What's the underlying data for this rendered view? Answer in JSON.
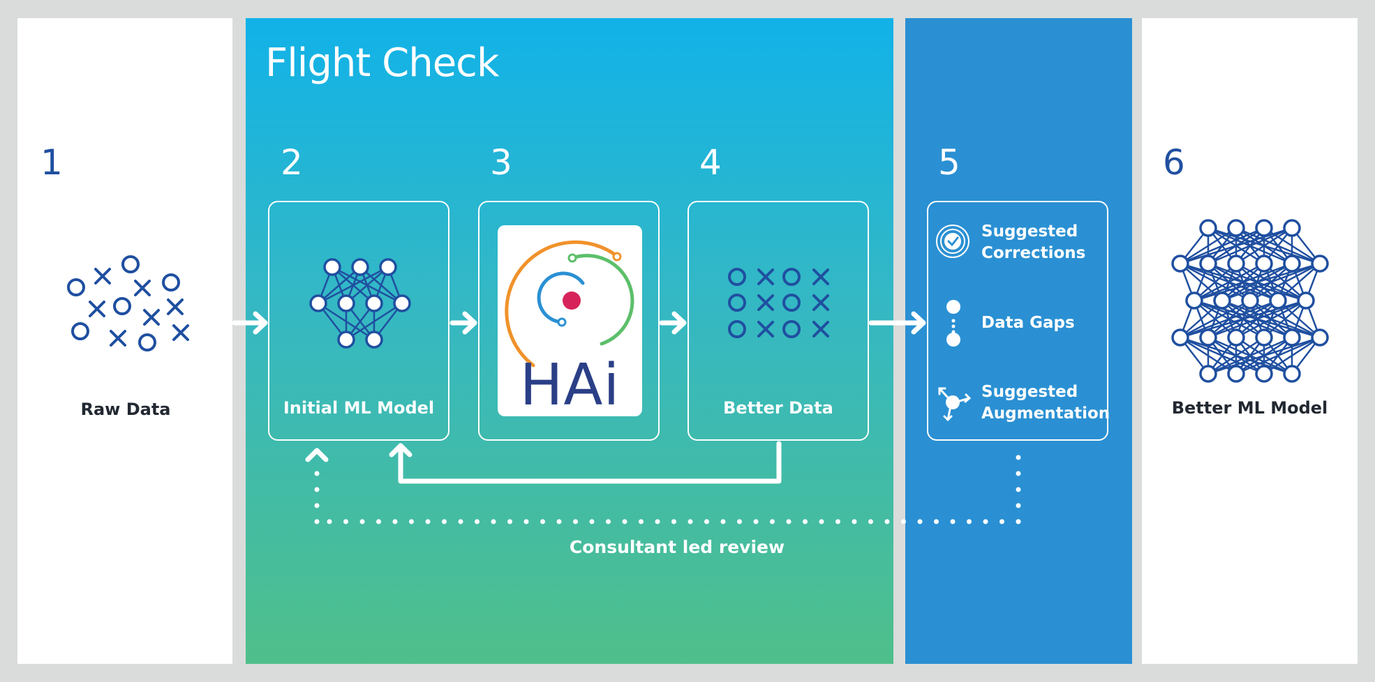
{
  "title": "Flight Check",
  "steps": [
    "1",
    "2",
    "3",
    "4",
    "5",
    "6"
  ],
  "labels": {
    "raw_data": "Raw Data",
    "initial_model": "Initial ML Model",
    "better_data": "Better Data",
    "better_model": "Better ML Model",
    "review": "Consultant led review"
  },
  "hai": {
    "text": "HAi"
  },
  "outputs": {
    "corrections": [
      "Suggested",
      "Corrections"
    ],
    "gaps": "Data Gaps",
    "augmentation": [
      "Suggested",
      "Augmentation"
    ]
  },
  "colors": {
    "background": "#d9dcdb",
    "navy": "#1f4fa0",
    "panel_blue": "#2a90d3",
    "gradient_top": "#11b2e8",
    "gradient_bottom": "#4fbf8a",
    "hai_dot": "#d6245a",
    "hai_orange": "#f0922b",
    "hai_green": "#5cbf6a"
  }
}
